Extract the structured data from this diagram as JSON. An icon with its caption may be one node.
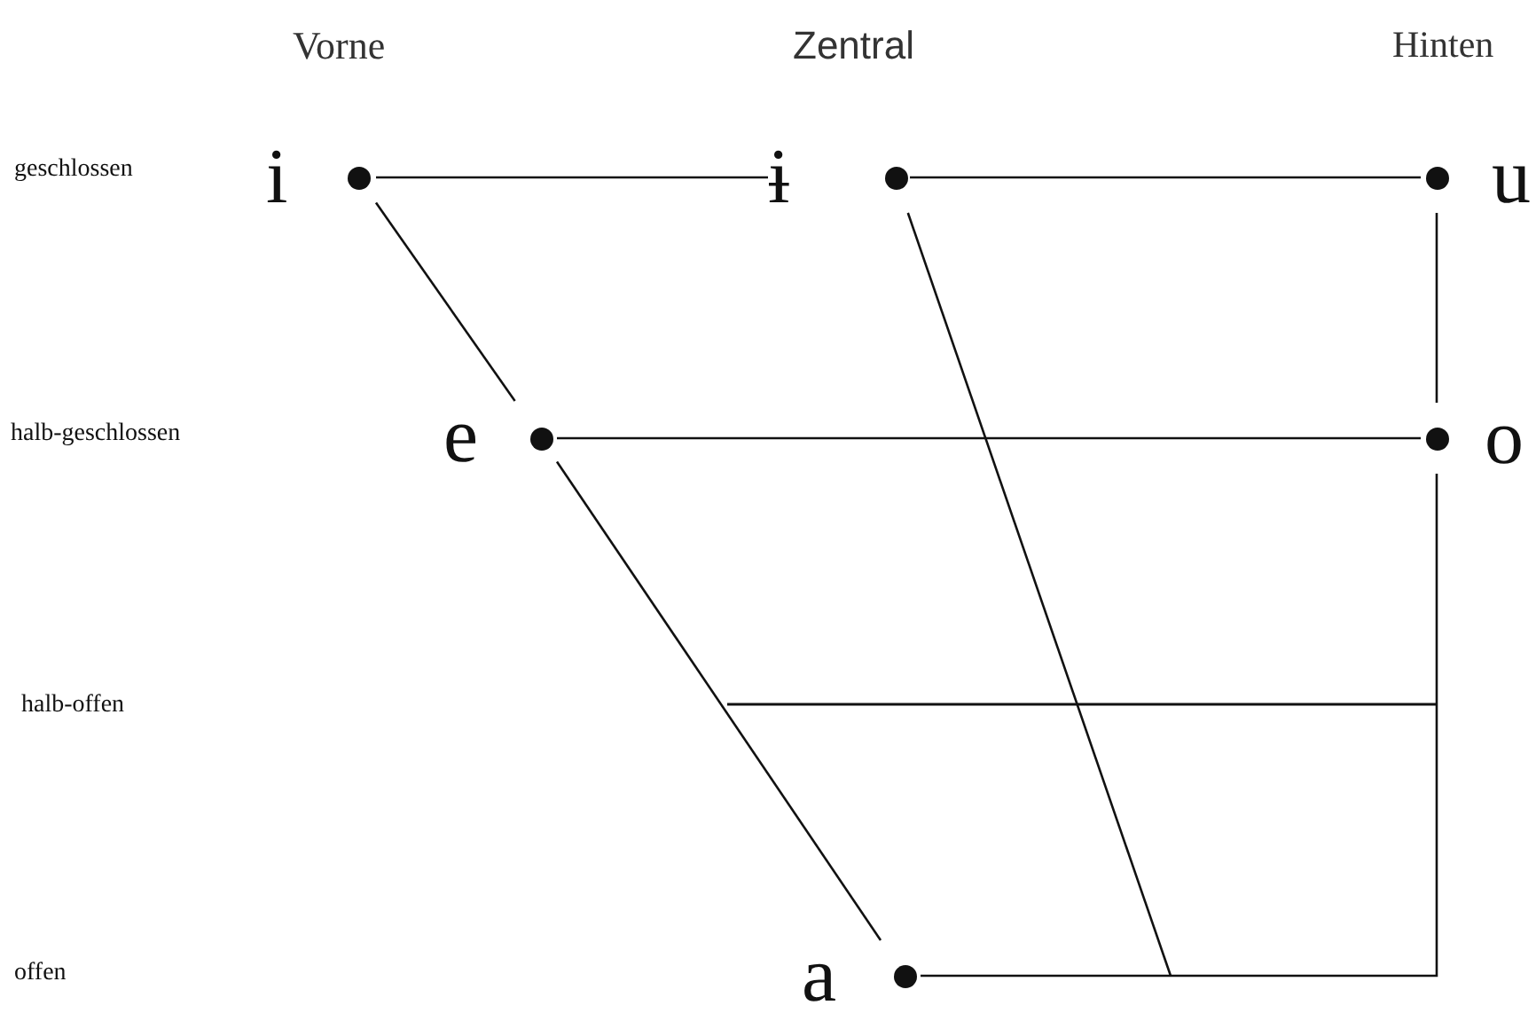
{
  "diagram": {
    "nodes": [
      {
        "text": [
          "i"
        ]
      },
      {
        "text": [
          "ɨ"
        ]
      },
      {
        "text": [
          "u"
        ]
      },
      {
        "text": [
          "e"
        ]
      },
      {
        "text": [
          "o"
        ]
      },
      {
        "text": [
          "a"
        ]
      }
    ],
    "edges": [
      {
        "from": 0,
        "to": 1,
        "arrow": "none"
      },
      {
        "from": 1,
        "to": 2,
        "arrow": "none"
      },
      {
        "from": 0,
        "to": 3,
        "arrow": "none"
      },
      {
        "from": 3,
        "to": 4,
        "arrow": "none"
      },
      {
        "from": 2,
        "to": 4,
        "arrow": "none"
      },
      {
        "from": 3,
        "to": 5,
        "arrow": "none"
      },
      {
        "from": 4,
        "to": 5,
        "arrow": "none"
      },
      {
        "from": 1,
        "to": null,
        "arrow": "none"
      }
    ],
    "labels": [
      "Vorne",
      "Zentral",
      "Hinten",
      "geschlossen",
      "halb-geschlossen",
      "halb-offen",
      "offen"
    ]
  }
}
